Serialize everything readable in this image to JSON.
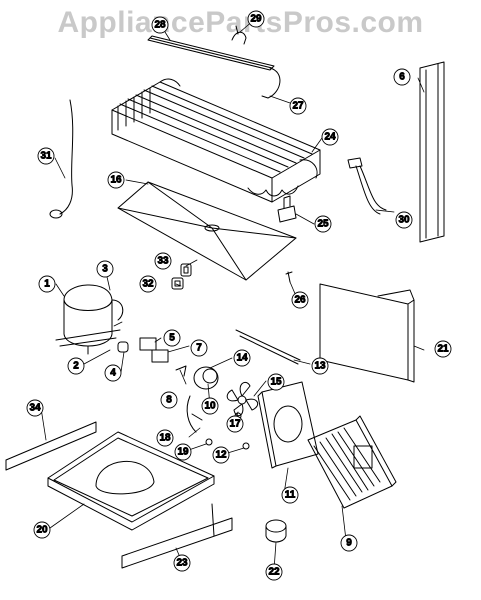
{
  "watermark": "AppliancePartsPros.com",
  "colors": {
    "ink": "#000000",
    "watermark": "#c9c9c9",
    "paper": "#ffffff"
  },
  "callouts": [
    {
      "id": "c1",
      "label": "1"
    },
    {
      "id": "c2",
      "label": "2"
    },
    {
      "id": "c3",
      "label": "3"
    },
    {
      "id": "c4",
      "label": "4"
    },
    {
      "id": "c5",
      "label": "5"
    },
    {
      "id": "c6",
      "label": "6"
    },
    {
      "id": "c7",
      "label": "7"
    },
    {
      "id": "c8",
      "label": "8"
    },
    {
      "id": "c9",
      "label": "9"
    },
    {
      "id": "c10",
      "label": "10"
    },
    {
      "id": "c11",
      "label": "11"
    },
    {
      "id": "c12",
      "label": "12"
    },
    {
      "id": "c13",
      "label": "13"
    },
    {
      "id": "c14",
      "label": "14"
    },
    {
      "id": "c15",
      "label": "15"
    },
    {
      "id": "c16",
      "label": "16"
    },
    {
      "id": "c17",
      "label": "17"
    },
    {
      "id": "c18",
      "label": "18"
    },
    {
      "id": "c19",
      "label": "19"
    },
    {
      "id": "c20",
      "label": "20"
    },
    {
      "id": "c21",
      "label": "21"
    },
    {
      "id": "c22",
      "label": "22"
    },
    {
      "id": "c23",
      "label": "23"
    },
    {
      "id": "c24",
      "label": "24"
    },
    {
      "id": "c25",
      "label": "25"
    },
    {
      "id": "c26",
      "label": "26"
    },
    {
      "id": "c27",
      "label": "27"
    },
    {
      "id": "c28",
      "label": "28"
    },
    {
      "id": "c29",
      "label": "29"
    },
    {
      "id": "c30",
      "label": "30"
    },
    {
      "id": "c31",
      "label": "31"
    },
    {
      "id": "c32",
      "label": "32"
    },
    {
      "id": "c33",
      "label": "33"
    },
    {
      "id": "c34",
      "label": "34"
    }
  ]
}
